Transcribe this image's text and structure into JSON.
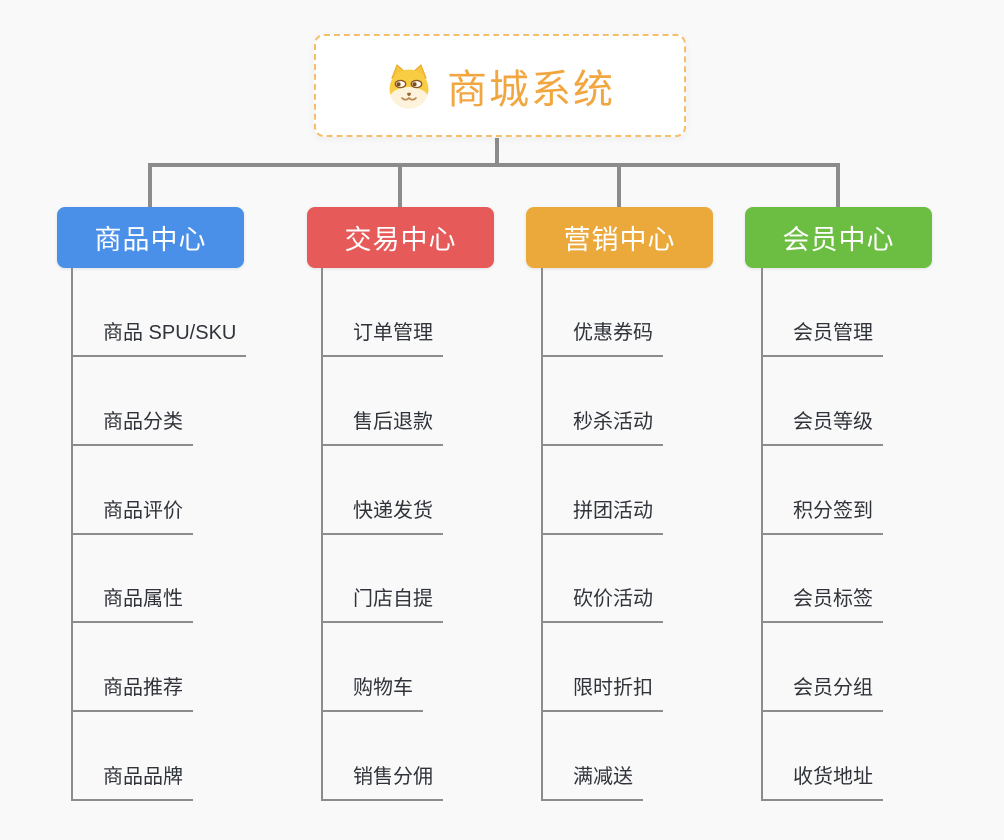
{
  "page": {
    "background": "#f9f9f9",
    "connector_color": "#8c8c8c"
  },
  "root": {
    "title": "商城系统",
    "icon": "doge-icon",
    "title_color": "#f2a640",
    "border_color": "#f5be6b",
    "background": "#ffffff"
  },
  "branches": [
    {
      "label": "商品中心",
      "color": "#4a90e8",
      "items": [
        "商品 SPU/SKU",
        "商品分类",
        "商品评价",
        "商品属性",
        "商品推荐",
        "商品品牌"
      ]
    },
    {
      "label": "交易中心",
      "color": "#e65a5a",
      "items": [
        "订单管理",
        "售后退款",
        "快递发货",
        "门店自提",
        "购物车",
        "销售分佣"
      ]
    },
    {
      "label": "营销中心",
      "color": "#eba93c",
      "items": [
        "优惠券码",
        "秒杀活动",
        "拼团活动",
        "砍价活动",
        "限时折扣",
        "满减送"
      ]
    },
    {
      "label": "会员中心",
      "color": "#6cbe43",
      "items": [
        "会员管理",
        "会员等级",
        "积分签到",
        "会员标签",
        "会员分组",
        "收货地址"
      ]
    }
  ]
}
